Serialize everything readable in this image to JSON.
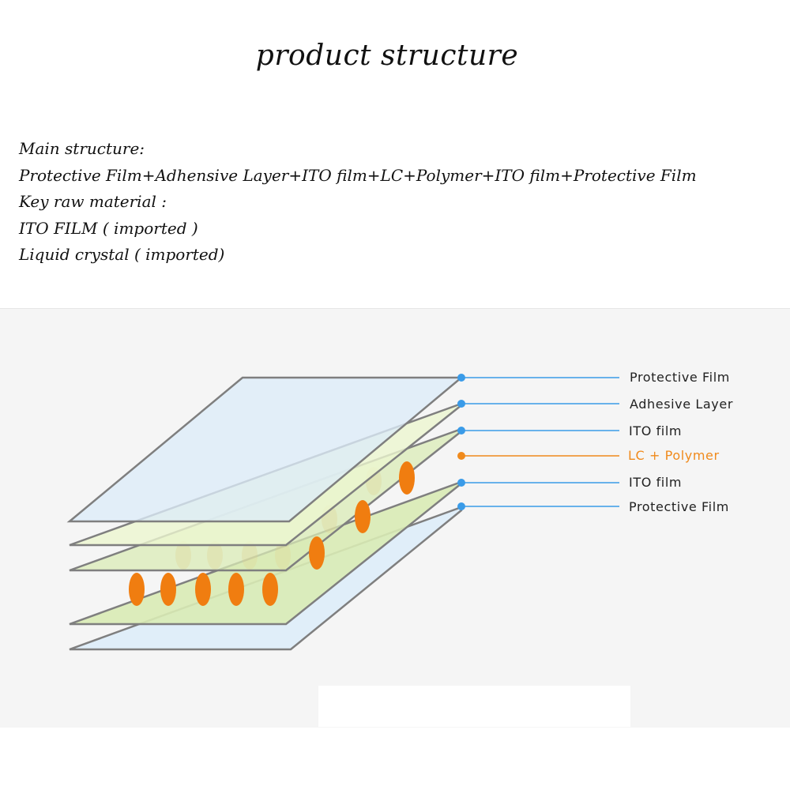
{
  "title": "product structure",
  "description": {
    "lines": [
      "Main structure:",
      "Protective Film+Adhensive Layer+ITO film+LC+Polymer+ITO film+Protective Film",
      "Key raw material :",
      "ITO FILM  ( imported )",
      "Liquid crystal ( imported)"
    ]
  },
  "diagram": {
    "layers": [
      {
        "label": "Protective Film",
        "fill": "#dcecf9",
        "leader_color": "#3a9be8"
      },
      {
        "label": "Adhesive Layer",
        "fill": "#ecf6cf",
        "leader_color": "#3a9be8"
      },
      {
        "label": "ITO film",
        "fill": "#d9ebb5",
        "leader_color": "#3a9be8"
      },
      {
        "label": "LC + Polymer",
        "fill": "#f08a1c",
        "leader_color": "#f08a1c"
      },
      {
        "label": "ITO film",
        "fill": "#d9ebb5",
        "leader_color": "#3a9be8"
      },
      {
        "label": "Protective Film",
        "fill": "#dcecf9",
        "leader_color": "#3a9be8"
      }
    ],
    "colors": {
      "sheet_edge": "#7f7f7f",
      "liquid_crystal": "#f07d10",
      "text_dark": "#222222",
      "text_accent": "#f08a1c"
    }
  }
}
